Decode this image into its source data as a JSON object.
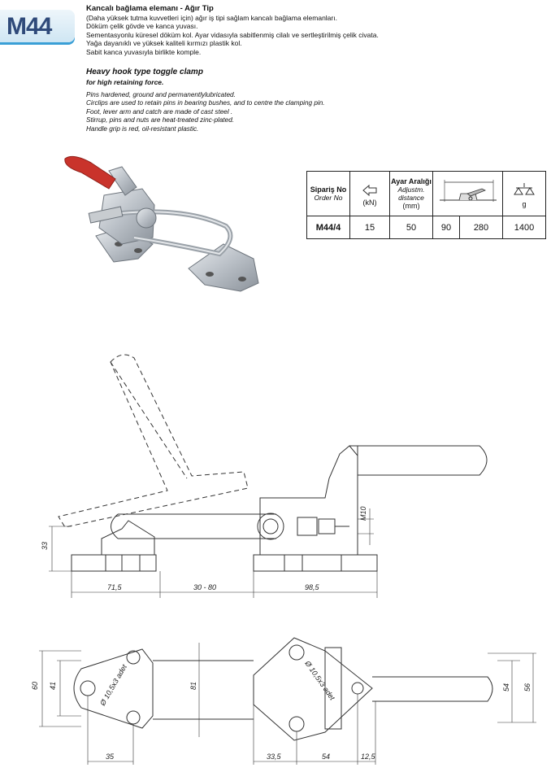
{
  "badge": "M44",
  "tr": {
    "title": "Kancalı bağlama elemanı - Ağır Tip",
    "lines": [
      "(Daha yüksek tutma kuvvetleri için) ağır iş tipi sağlam kancalı bağlama elemanları.",
      "Döküm çelik gövde ve kanca yuvası.",
      "Sementasyonlu küresel döküm kol. Ayar vidasıyla sabitlenmiş cilalı ve sertleştirilmiş çelik civata.",
      "Yağa dayanıklı ve yüksek kaliteli kırmızı plastik kol.",
      "Sabit kanca yuvasıyla birlikte komple."
    ]
  },
  "en": {
    "title": "Heavy hook type toggle clamp",
    "subtitle": "for high retaining force.",
    "lines": [
      "Pins hardened, ground and permanentlylubricated.",
      "Circlips are used to retain pins in bearing bushes, and to centre the clamping pin.",
      "Foot, lever arm and catch are made of cast steel .",
      "Stirrup, pins and nuts are heat-treated zinc-plated.",
      "Handle grip is red, oil-resistant plastic."
    ]
  },
  "table": {
    "order_tr": "Sipariş No",
    "order_en": "Order No",
    "force_unit": "(kN)",
    "adj_tr": "Ayar Aralığı",
    "adj_en1": "Adjustm.",
    "adj_en2": "distance",
    "adj_unit": "(mm)",
    "weight_unit": "g",
    "row": {
      "order": "M44/4",
      "force": "15",
      "adj": "50",
      "d1": "90",
      "d2": "280",
      "weight": "1400"
    }
  },
  "dims": {
    "side_h": "33",
    "side_a": "71,5",
    "side_b": "30 - 80",
    "side_c": "98,5",
    "side_m": "M10",
    "top_60": "60",
    "top_41": "41",
    "top_81": "81",
    "top_54r": "54",
    "top_56": "56",
    "top_35": "35",
    "top_335": "33,5",
    "top_54": "54",
    "top_125": "12,5",
    "hole_l": "Ø 10,5x3 adet",
    "hole_r": "Ø 10,5x3 adet"
  },
  "colors": {
    "handle": "#c9332b",
    "badge_text": "#2f4a7a",
    "badge_accent": "#3a9fd6"
  }
}
